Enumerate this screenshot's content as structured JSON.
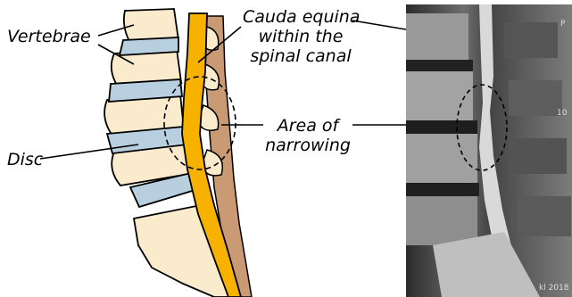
{
  "labels": {
    "vertebrae": "Vertebrae",
    "disc": "Disc",
    "cauda_line1": "Cauda equina",
    "cauda_line2": "within the",
    "cauda_line3": "spinal canal",
    "narrowing_line1": "Area of",
    "narrowing_line2": "narrowing"
  },
  "mri_marks": {
    "top_right": "P",
    "mid_right": "10",
    "bottom_right": "kl 2018"
  },
  "colors": {
    "bone": "#fbebcd",
    "disc": "#b7cfde",
    "spinal_canal": "#f7b200",
    "back_muscle": "#c99a74",
    "outline": "#000000"
  }
}
